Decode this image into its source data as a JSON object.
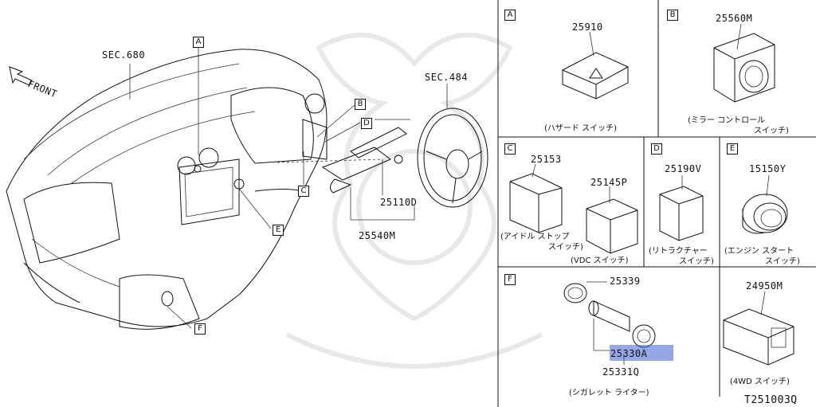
{
  "figure_code": "T251003Q",
  "overview": {
    "front_label": "FRONT",
    "callouts": {
      "sec680": "SEC.680",
      "sec484": "SEC.484",
      "p25110d": "25110D",
      "p25540m": "25540M"
    },
    "letters": [
      "A",
      "B",
      "C",
      "D",
      "E",
      "F"
    ]
  },
  "panels": {
    "A": {
      "letter": "A",
      "part": "25910",
      "caption": "(ハザード スイッチ)"
    },
    "B": {
      "letter": "B",
      "part": "25560M",
      "caption_1": "(ミラー コントロール",
      "caption_2": "スイッチ)"
    },
    "C": {
      "letter": "C",
      "part_1": "25153",
      "part_2": "25145P",
      "caption_1a": "(アイドル ストップ",
      "caption_1b": "スイッチ)",
      "caption_2": "(VDC スイッチ)"
    },
    "D": {
      "letter": "D",
      "part": "25190V",
      "caption_1": "(リトラクチャー",
      "caption_2": "スイッチ)"
    },
    "E": {
      "letter": "E",
      "part": "15150Y",
      "caption_1": "(エンジン スタート",
      "caption_2": "スイッチ)"
    },
    "F": {
      "letter": "F",
      "part_1": "25339",
      "part_2": "25330A",
      "part_3": "25331Q",
      "caption": "(シガレット ライター)"
    },
    "G": {
      "part": "24950M",
      "caption": "(4WD スイッチ)"
    }
  },
  "colors": {
    "line": "#111111",
    "highlight": "#3f5fd6",
    "watermark": "#e8e8e8"
  }
}
